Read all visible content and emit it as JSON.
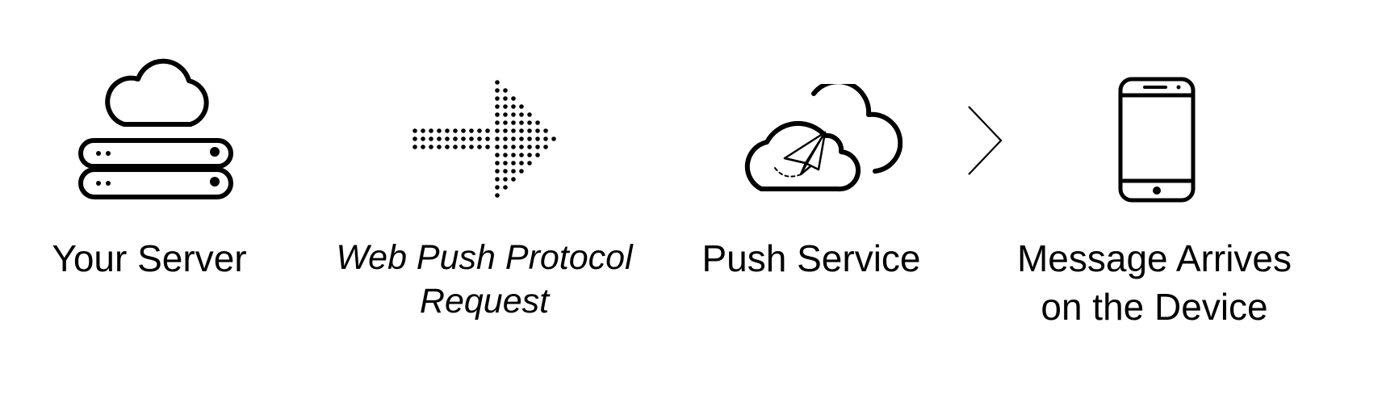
{
  "diagram": {
    "steps": [
      {
        "id": "server",
        "label_lines": [
          "Your Server"
        ],
        "icon": "cloud-server-icon"
      },
      {
        "id": "protocol",
        "label_lines": [
          "Web Push Protocol",
          "Request"
        ],
        "icon": "dotted-arrow-icon"
      },
      {
        "id": "push-service",
        "label_lines": [
          "Push Service"
        ],
        "icon": "cloud-paper-plane-icon"
      },
      {
        "id": "device",
        "label_lines": [
          "Message Arrives",
          "on the Device"
        ],
        "icon": "smartphone-icon"
      }
    ],
    "connector_icon": "chevron-right-icon",
    "colors": {
      "stroke": "#000000",
      "background": "#ffffff"
    }
  }
}
